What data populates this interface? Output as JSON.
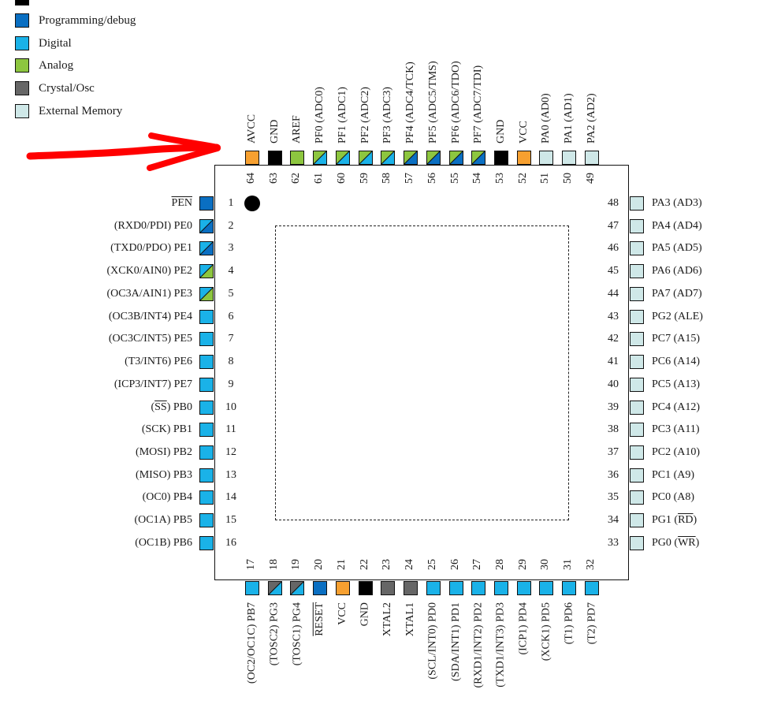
{
  "colors": {
    "power": "#f7a030",
    "ground": "#000000",
    "programming": "#0a6fc2",
    "digital": "#1ab2e8",
    "analog": "#8dc63f",
    "crystal": "#666666",
    "external_memory": "#cfe8e8",
    "arrow": "#ff0000"
  },
  "legend": [
    {
      "label": "",
      "color": "#000000",
      "clipped": true
    },
    {
      "label": "Programming/debug",
      "color": "#0a6fc2"
    },
    {
      "label": "Digital",
      "color": "#1ab2e8"
    },
    {
      "label": "Analog",
      "color": "#8dc63f"
    },
    {
      "label": "Crystal/Osc",
      "color": "#666666"
    },
    {
      "label": "External Memory",
      "color": "#cfe8e8"
    }
  ],
  "pins": {
    "left": [
      {
        "num": "1",
        "label": "PEN",
        "overline": "PEN",
        "pre": "",
        "post": "",
        "c1": "programming",
        "c2": null
      },
      {
        "num": "2",
        "label": "(RXD0/PDI) PE0",
        "c1": "digital",
        "c2": "programming"
      },
      {
        "num": "3",
        "label": "(TXD0/PDO) PE1",
        "c1": "digital",
        "c2": "programming"
      },
      {
        "num": "4",
        "label": "(XCK0/AIN0) PE2",
        "c1": "digital",
        "c2": "analog"
      },
      {
        "num": "5",
        "label": "(OC3A/AIN1) PE3",
        "c1": "digital",
        "c2": "analog"
      },
      {
        "num": "6",
        "label": "(OC3B/INT4) PE4",
        "c1": "digital",
        "c2": null
      },
      {
        "num": "7",
        "label": "(OC3C/INT5) PE5",
        "c1": "digital",
        "c2": null
      },
      {
        "num": "8",
        "label": "(T3/INT6) PE6",
        "c1": "digital",
        "c2": null
      },
      {
        "num": "9",
        "label": "(ICP3/INT7) PE7",
        "c1": "digital",
        "c2": null
      },
      {
        "num": "10",
        "label": "(SS) PB0",
        "pre": "(",
        "overline": "SS",
        "post": ") PB0",
        "c1": "digital",
        "c2": null
      },
      {
        "num": "11",
        "label": "(SCK) PB1",
        "c1": "digital",
        "c2": null
      },
      {
        "num": "12",
        "label": "(MOSI) PB2",
        "c1": "digital",
        "c2": null
      },
      {
        "num": "13",
        "label": "(MISO) PB3",
        "c1": "digital",
        "c2": null
      },
      {
        "num": "14",
        "label": "(OC0) PB4",
        "c1": "digital",
        "c2": null
      },
      {
        "num": "15",
        "label": "(OC1A) PB5",
        "c1": "digital",
        "c2": null
      },
      {
        "num": "16",
        "label": "(OC1B) PB6",
        "c1": "digital",
        "c2": null
      }
    ],
    "bottom": [
      {
        "num": "17",
        "label": "(OC2/OC1C) PB7",
        "c1": "digital",
        "c2": null
      },
      {
        "num": "18",
        "label": "(TOSC2) PG3",
        "c1": "crystal",
        "c2": "digital"
      },
      {
        "num": "19",
        "label": "(TOSC1) PG4",
        "c1": "crystal",
        "c2": "digital"
      },
      {
        "num": "20",
        "label": "RESET",
        "pre": "",
        "overline": "RESET",
        "post": "",
        "c1": "programming",
        "c2": null
      },
      {
        "num": "21",
        "label": "VCC",
        "c1": "power",
        "c2": null
      },
      {
        "num": "22",
        "label": "GND",
        "c1": "ground",
        "c2": null
      },
      {
        "num": "23",
        "label": "XTAL2",
        "c1": "crystal",
        "c2": null
      },
      {
        "num": "24",
        "label": "XTAL1",
        "c1": "crystal",
        "c2": null
      },
      {
        "num": "25",
        "label": "(SCL/INT0) PD0",
        "c1": "digital",
        "c2": null
      },
      {
        "num": "26",
        "label": "(SDA/INT1) PD1",
        "c1": "digital",
        "c2": null
      },
      {
        "num": "27",
        "label": "(RXD1/INT2) PD2",
        "c1": "digital",
        "c2": null
      },
      {
        "num": "28",
        "label": "(TXD1/INT3) PD3",
        "c1": "digital",
        "c2": null
      },
      {
        "num": "29",
        "label": "(ICP1) PD4",
        "c1": "digital",
        "c2": null
      },
      {
        "num": "30",
        "label": "(XCK1) PD5",
        "c1": "digital",
        "c2": null
      },
      {
        "num": "31",
        "label": "(T1) PD6",
        "c1": "digital",
        "c2": null
      },
      {
        "num": "32",
        "label": "(T2) PD7",
        "c1": "digital",
        "c2": null
      }
    ],
    "right": [
      {
        "num": "48",
        "label": "PA3 (AD3)",
        "c1": "external_memory",
        "c2": null
      },
      {
        "num": "47",
        "label": "PA4 (AD4)",
        "c1": "external_memory",
        "c2": null
      },
      {
        "num": "46",
        "label": "PA5 (AD5)",
        "c1": "external_memory",
        "c2": null
      },
      {
        "num": "45",
        "label": "PA6 (AD6)",
        "c1": "external_memory",
        "c2": null
      },
      {
        "num": "44",
        "label": "PA7 (AD7)",
        "c1": "external_memory",
        "c2": null
      },
      {
        "num": "43",
        "label": "PG2 (ALE)",
        "c1": "external_memory",
        "c2": null
      },
      {
        "num": "42",
        "label": "PC7 (A15)",
        "c1": "external_memory",
        "c2": null
      },
      {
        "num": "41",
        "label": "PC6 (A14)",
        "c1": "external_memory",
        "c2": null
      },
      {
        "num": "40",
        "label": "PC5 (A13)",
        "c1": "external_memory",
        "c2": null
      },
      {
        "num": "39",
        "label": "PC4 (A12)",
        "c1": "external_memory",
        "c2": null
      },
      {
        "num": "38",
        "label": "PC3 (A11)",
        "c1": "external_memory",
        "c2": null
      },
      {
        "num": "37",
        "label": "PC2 (A10)",
        "c1": "external_memory",
        "c2": null
      },
      {
        "num": "36",
        "label": "PC1 (A9)",
        "c1": "external_memory",
        "c2": null
      },
      {
        "num": "35",
        "label": "PC0 (A8)",
        "c1": "external_memory",
        "c2": null
      },
      {
        "num": "34",
        "label": "PG1 (RD)",
        "pre": "PG1 (",
        "overline": "RD",
        "post": ")",
        "c1": "external_memory",
        "c2": null
      },
      {
        "num": "33",
        "label": "PG0 (WR)",
        "pre": "PG0 (",
        "overline": "WR",
        "post": ")",
        "c1": "external_memory",
        "c2": null
      }
    ],
    "top": [
      {
        "num": "64",
        "label": "AVCC",
        "c1": "power",
        "c2": null
      },
      {
        "num": "63",
        "label": "GND",
        "c1": "ground",
        "c2": null
      },
      {
        "num": "62",
        "label": "AREF",
        "c1": "analog",
        "c2": null
      },
      {
        "num": "61",
        "label": "PF0 (ADC0)",
        "c1": "analog",
        "c2": "digital"
      },
      {
        "num": "60",
        "label": "PF1 (ADC1)",
        "c1": "analog",
        "c2": "digital"
      },
      {
        "num": "59",
        "label": "PF2 (ADC2)",
        "c1": "analog",
        "c2": "digital"
      },
      {
        "num": "58",
        "label": "PF3 (ADC3)",
        "c1": "analog",
        "c2": "digital"
      },
      {
        "num": "57",
        "label": "PF4 (ADC4/TCK)",
        "c1": "analog",
        "c2": "programming"
      },
      {
        "num": "56",
        "label": "PF5 (ADC5/TMS)",
        "c1": "analog",
        "c2": "programming"
      },
      {
        "num": "55",
        "label": "PF6 (ADC6/TDO)",
        "c1": "analog",
        "c2": "programming"
      },
      {
        "num": "54",
        "label": "PF7 (ADC7/TDI)",
        "c1": "analog",
        "c2": "programming"
      },
      {
        "num": "53",
        "label": "GND",
        "c1": "ground",
        "c2": null
      },
      {
        "num": "52",
        "label": "VCC",
        "c1": "power",
        "c2": null
      },
      {
        "num": "51",
        "label": "PA0 (AD0)",
        "c1": "external_memory",
        "c2": null
      },
      {
        "num": "50",
        "label": "PA1 (AD1)",
        "c1": "external_memory",
        "c2": null
      },
      {
        "num": "49",
        "label": "PA2 (AD2)",
        "c1": "external_memory",
        "c2": null
      }
    ]
  },
  "annotation": {
    "type": "red-arrow",
    "points_to": "pin-64-AVCC"
  }
}
